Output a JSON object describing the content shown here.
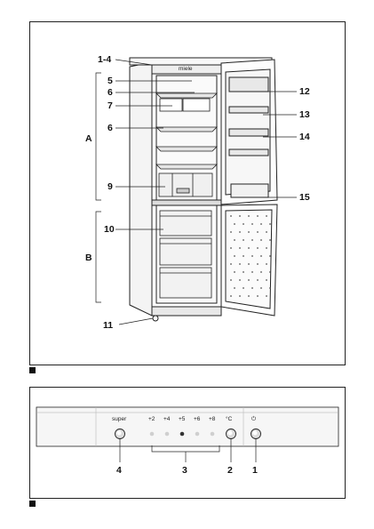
{
  "figure1": {
    "top_label": "miele",
    "callouts": {
      "c1_4": "1-4",
      "c5": "5",
      "c6a": "6",
      "c7": "7",
      "c6b": "6",
      "c9": "9",
      "c10": "10",
      "c11": "11",
      "c12": "12",
      "c13": "13",
      "c14": "14",
      "c15": "15"
    },
    "sections": {
      "a": "A",
      "b": "B"
    }
  },
  "figure2": {
    "super_label": "super",
    "temps": [
      "+2",
      "+4",
      "+5",
      "+6",
      "+8"
    ],
    "celsius_label": "°C",
    "power_symbol": "⏻",
    "callouts": {
      "c4": "4",
      "c3": "3",
      "c2": "2",
      "c1": "1"
    },
    "active_temp_index": 2
  },
  "colors": {
    "line": "#222222",
    "shelf": "#d9d9d9",
    "led_off": "#cfcfcf",
    "led_on": "#333333"
  }
}
